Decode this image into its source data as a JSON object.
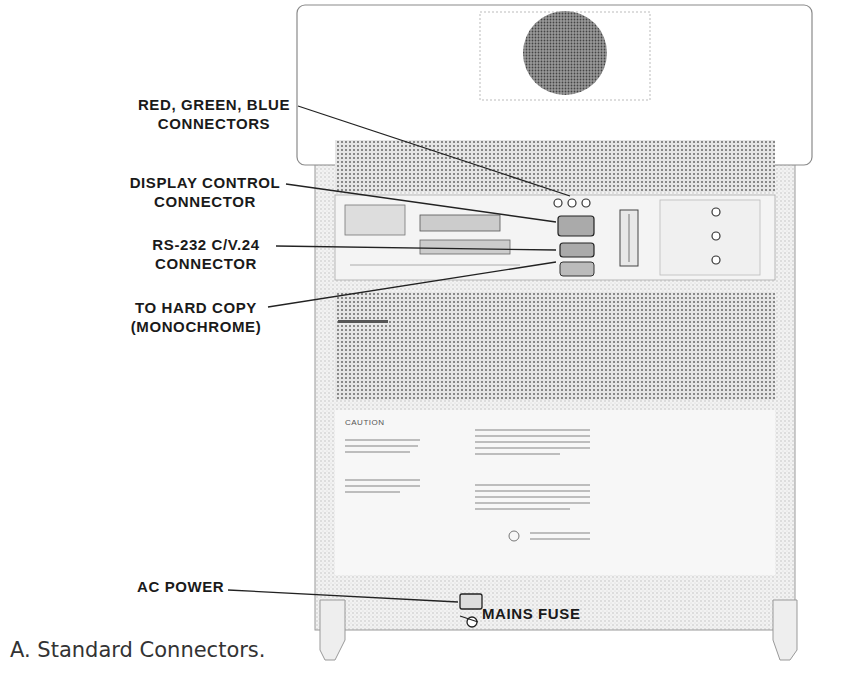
{
  "diagram": {
    "caption": "A. Standard Connectors.",
    "labels": [
      "RED, GREEN, BLUE CONNECTORS",
      "DISPLAY CONTROL CONNECTOR",
      "RS-232 C/V.24 CONNECTOR",
      "TO HARD COPY (MONOCHROME)",
      "AC POWER",
      "MAINS FUSE",
      "CAUTION"
    ]
  }
}
